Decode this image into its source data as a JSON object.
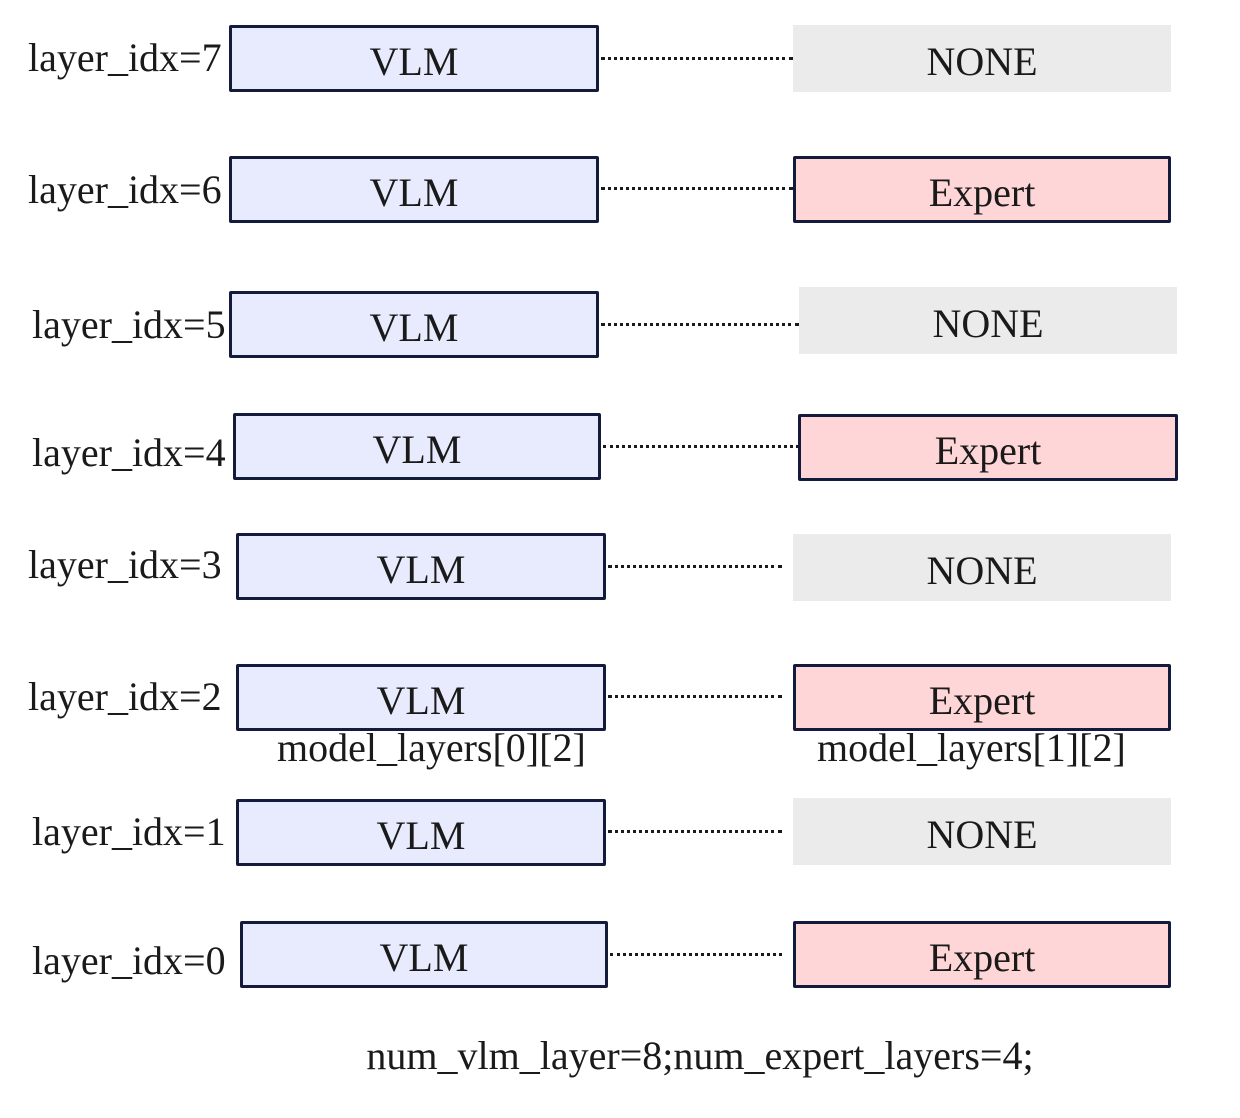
{
  "rows": [
    {
      "layer_label": "layer_idx=7",
      "left_label": "VLM",
      "right_label": "NONE",
      "right_type": "none"
    },
    {
      "layer_label": "layer_idx=6",
      "left_label": "VLM",
      "right_label": "Expert",
      "right_type": "expert"
    },
    {
      "layer_label": "layer_idx=5",
      "left_label": "VLM",
      "right_label": "NONE",
      "right_type": "none"
    },
    {
      "layer_label": "layer_idx=4",
      "left_label": "VLM",
      "right_label": "Expert",
      "right_type": "expert"
    },
    {
      "layer_label": "layer_idx=3",
      "left_label": "VLM",
      "right_label": "NONE",
      "right_type": "none"
    },
    {
      "layer_label": "layer_idx=2",
      "left_label": "VLM",
      "right_label": "Expert",
      "right_type": "expert"
    },
    {
      "layer_label": "layer_idx=1",
      "left_label": "VLM",
      "right_label": "NONE",
      "right_type": "none"
    },
    {
      "layer_label": "layer_idx=0",
      "left_label": "VLM",
      "right_label": "Expert",
      "right_type": "expert"
    }
  ],
  "annotations": {
    "left": "model_layers[0][2]",
    "right": "model_layers[1][2]"
  },
  "footer": "num_vlm_layer=8;num_expert_layers=4;",
  "colors": {
    "vlm_fill": "#e8ebfd",
    "expert_fill": "#ffd6d8",
    "none_fill": "#ebebeb",
    "border": "#141a3c"
  }
}
